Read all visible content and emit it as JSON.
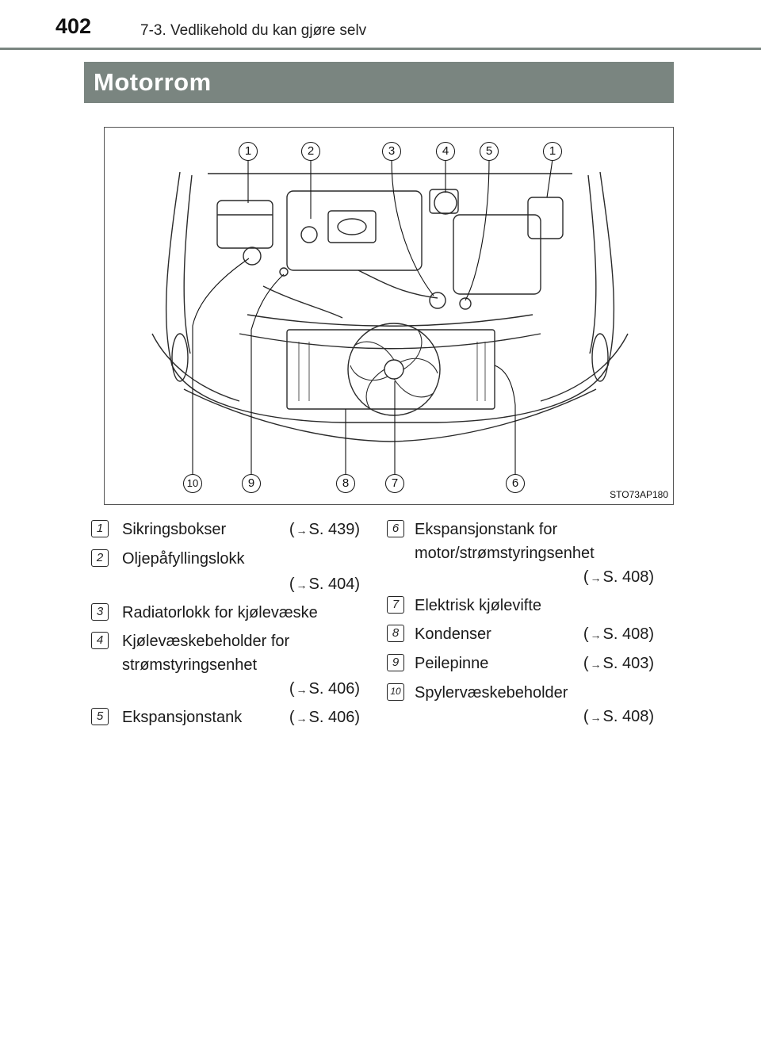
{
  "header": {
    "page_number": "402",
    "chapter": "7-3. Vedlikehold du kan gjøre selv"
  },
  "section": {
    "title": "Motorrom"
  },
  "figure": {
    "code": "STO73AP180",
    "callouts_top": [
      "1",
      "2",
      "3",
      "4",
      "5",
      "1"
    ],
    "callouts_bottom": [
      "10",
      "9",
      "8",
      "7",
      "6"
    ]
  },
  "items": [
    {
      "num": "1",
      "label": "Sikringsbokser",
      "ref": "S. 439"
    },
    {
      "num": "2",
      "label": "Oljepåfyllingslokk",
      "ref": "S. 404"
    },
    {
      "num": "3",
      "label": "Radiatorlokk for kjølevæske",
      "ref": ""
    },
    {
      "num": "4",
      "label_line1": "Kjølevæskebeholder for",
      "label_line2": "strømstyringsenhet",
      "ref": "S. 406"
    },
    {
      "num": "5",
      "label": "Ekspansjonstank",
      "ref": "S. 406"
    },
    {
      "num": "6",
      "label_line1": "Ekspansjonstank for",
      "label_line2": "motor/strømstyringsenhet",
      "ref": "S. 408"
    },
    {
      "num": "7",
      "label": "Elektrisk kjølevifte",
      "ref": ""
    },
    {
      "num": "8",
      "label": "Kondenser",
      "ref": "S. 408"
    },
    {
      "num": "9",
      "label": "Peilepinne",
      "ref": "S. 403"
    },
    {
      "num": "10",
      "label": "Spylervæskebeholder",
      "ref": "S. 408"
    }
  ],
  "glyphs": {
    "arrow": "→",
    "paren_open": "(",
    "paren_close": ")"
  }
}
